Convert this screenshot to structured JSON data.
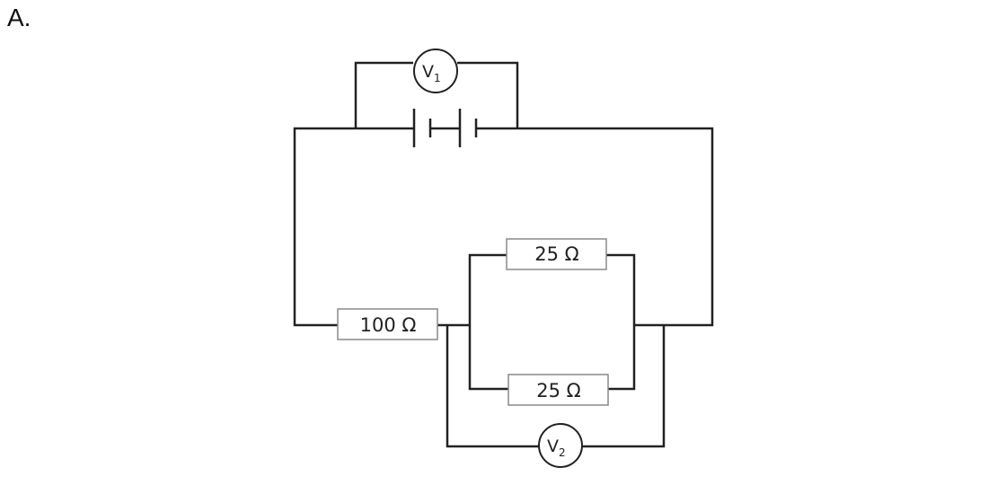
{
  "option_label": "A.",
  "components": {
    "voltmeter_1": {
      "symbol": "V",
      "subscript": "1"
    },
    "voltmeter_2": {
      "symbol": "V",
      "subscript": "2"
    },
    "resistor_series": {
      "label": "100 Ω"
    },
    "resistor_parallel_top": {
      "label": "25 Ω"
    },
    "resistor_parallel_bottom": {
      "label": "25 Ω"
    },
    "battery": {
      "cells": 2
    }
  },
  "colors": {
    "wire": "#222222",
    "resistor_border": "#8a8a8a",
    "background": "#ffffff"
  }
}
